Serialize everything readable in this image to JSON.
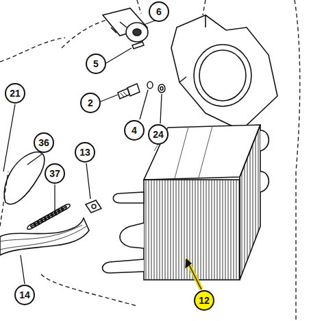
{
  "diagram": {
    "nodes": [
      {
        "text": [
          "6"
        ]
      },
      {
        "text": [
          "5"
        ]
      },
      {
        "text": [
          "2"
        ]
      },
      {
        "text": [
          "4"
        ]
      },
      {
        "text": [
          "24"
        ]
      },
      {
        "text": [
          "21"
        ]
      },
      {
        "text": [
          "36"
        ]
      },
      {
        "text": [
          "37"
        ]
      },
      {
        "text": [
          "13"
        ]
      },
      {
        "text": [
          "14"
        ]
      },
      {
        "text": [
          "12"
        ]
      }
    ]
  }
}
